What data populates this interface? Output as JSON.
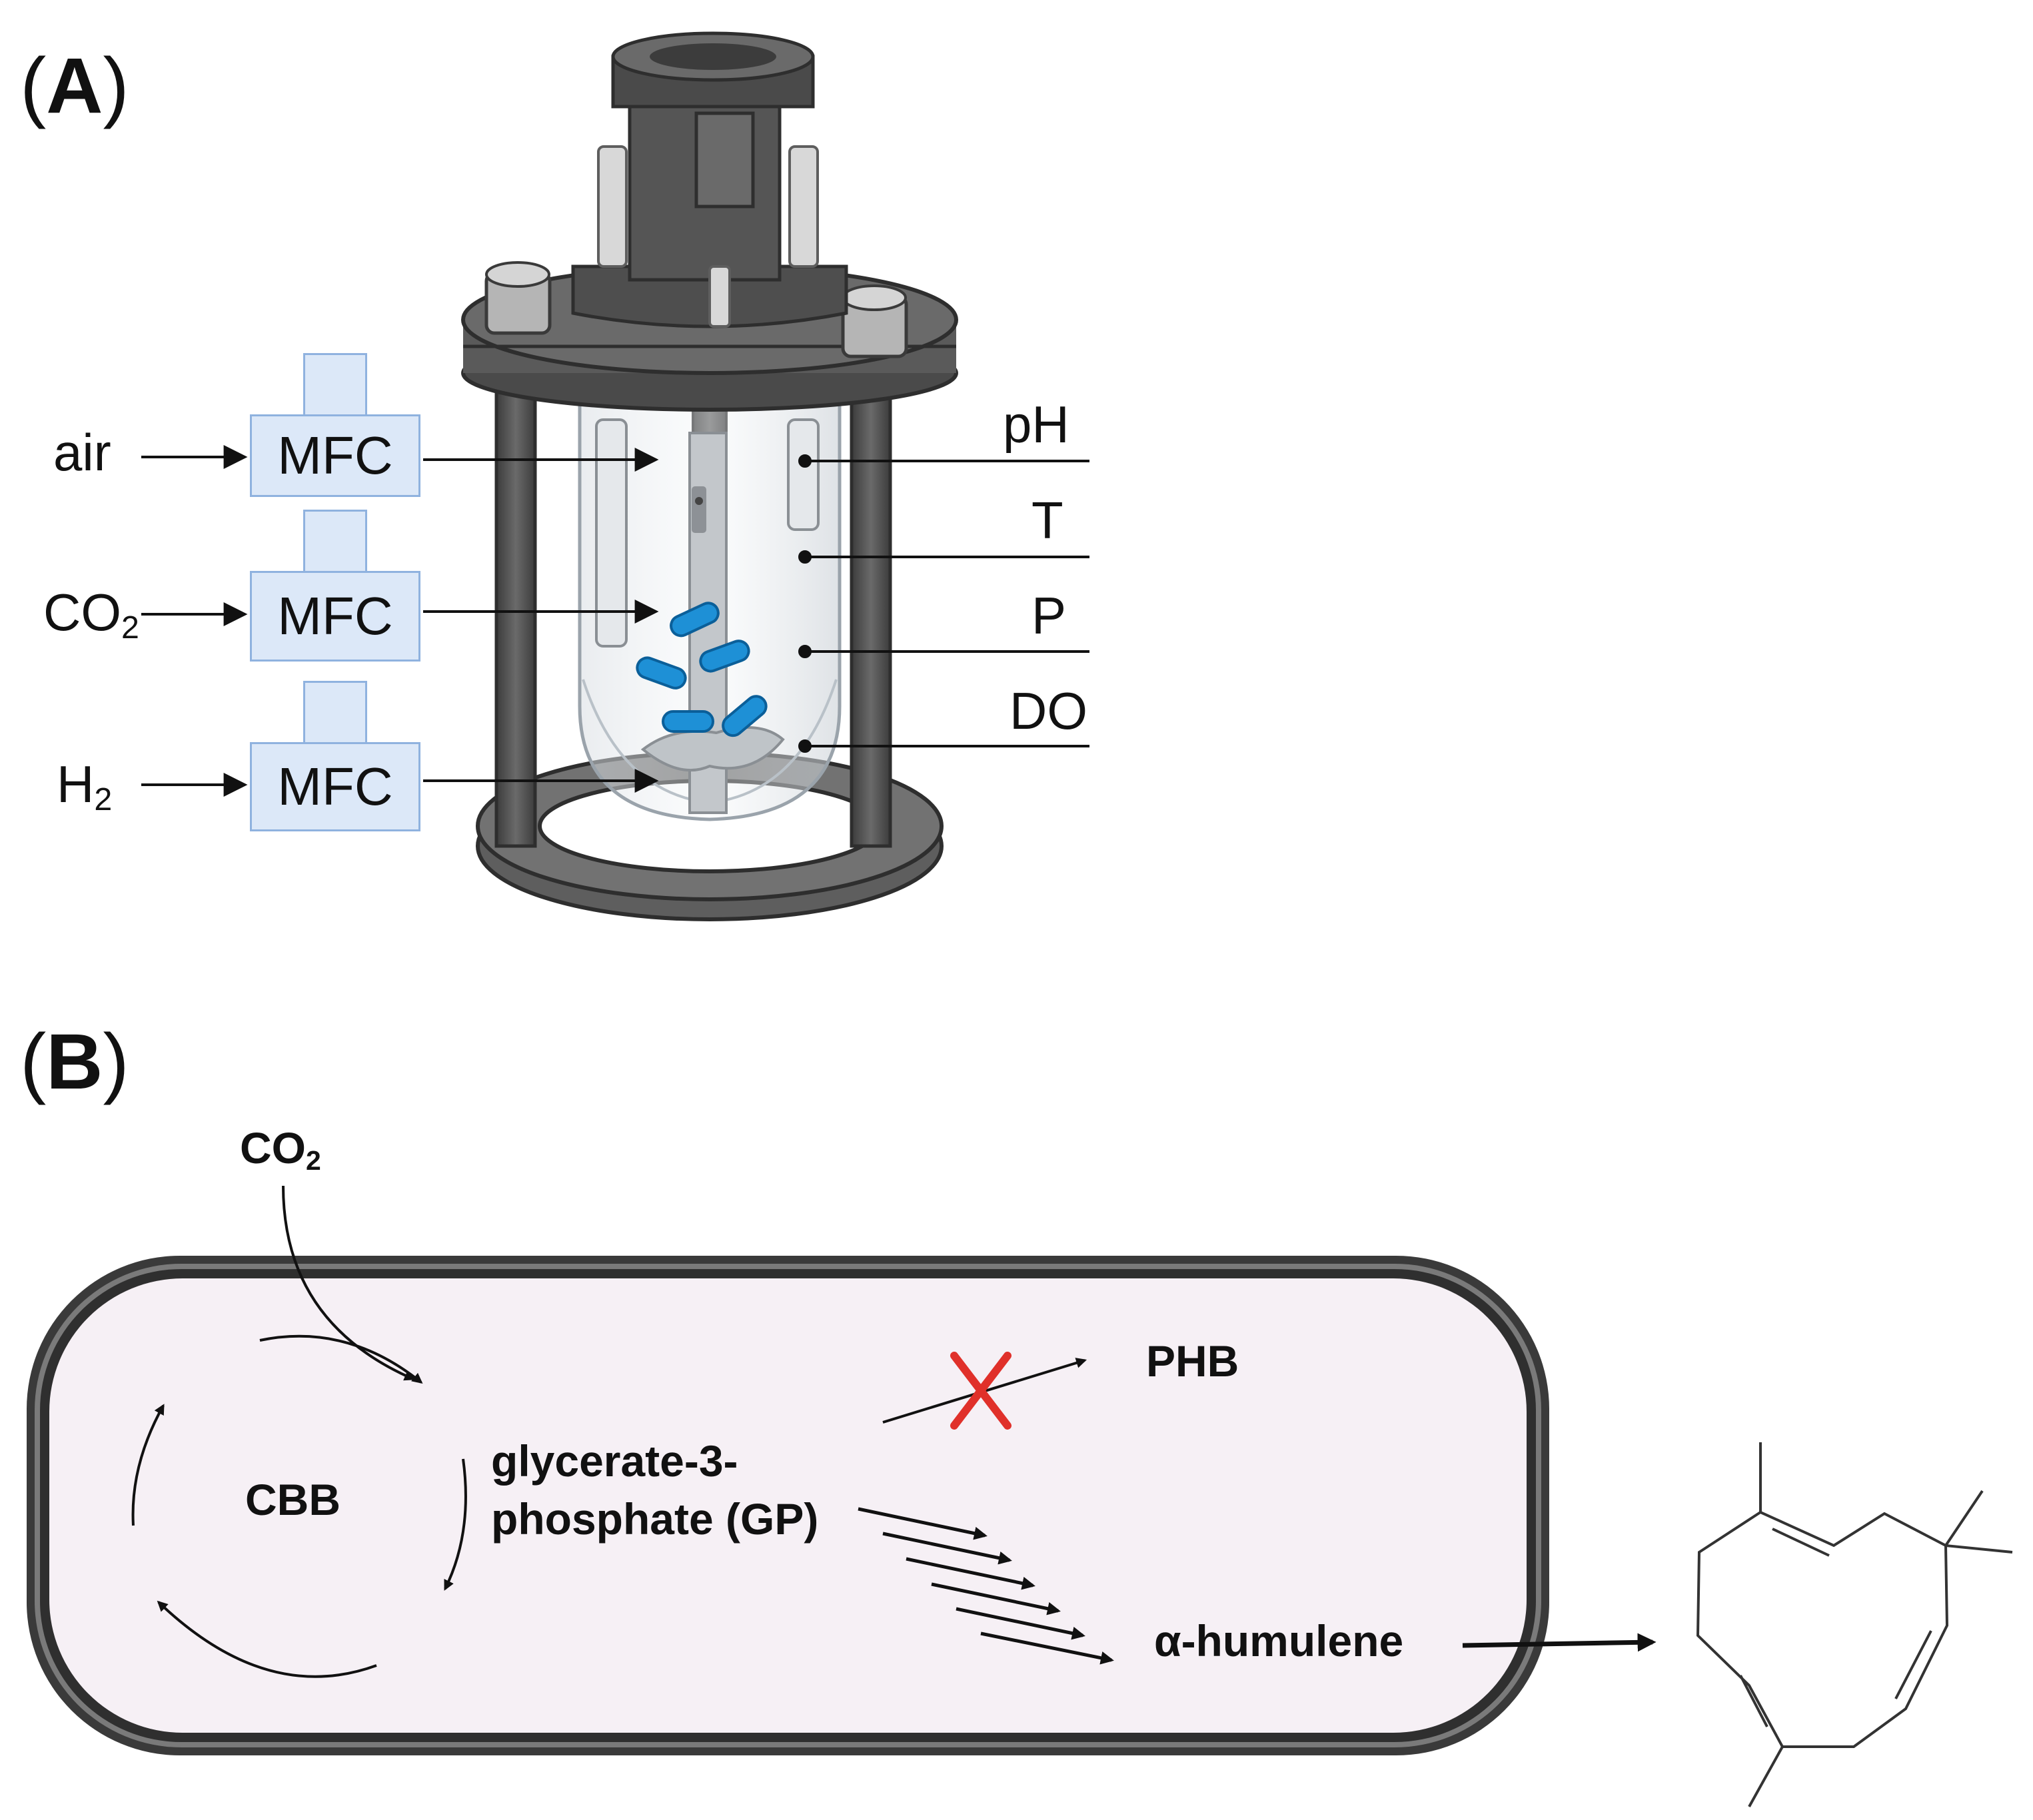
{
  "panel_a": {
    "label_letter": "A",
    "gas_inputs": [
      {
        "name": "air",
        "main": "air",
        "sub": ""
      },
      {
        "name": "CO2",
        "main": "CO",
        "sub": "2"
      },
      {
        "name": "H2",
        "main": "H",
        "sub": "2"
      }
    ],
    "mfc_label": "MFC",
    "measurements": [
      "pH",
      "T",
      "P",
      "DO"
    ]
  },
  "panel_b": {
    "label_letter": "B",
    "co2_main": "CO",
    "co2_sub": "2",
    "cycle_label": "CBB",
    "intermediate_line1": "glycerate-3-",
    "intermediate_line2": "phosphate (GP)",
    "blocked_product": "PHB",
    "product": "α-humulene",
    "block_mark": "X"
  },
  "colors": {
    "cell_fill": "#f6f0f5",
    "cell_wall": "#3a3a3a",
    "bacteria": "#1e90d6",
    "block_mark": "#e0302a",
    "mfc_fill": "#dce8f8",
    "mfc_border": "#8fb2df",
    "reactor_metal": "#5a5a5a"
  }
}
